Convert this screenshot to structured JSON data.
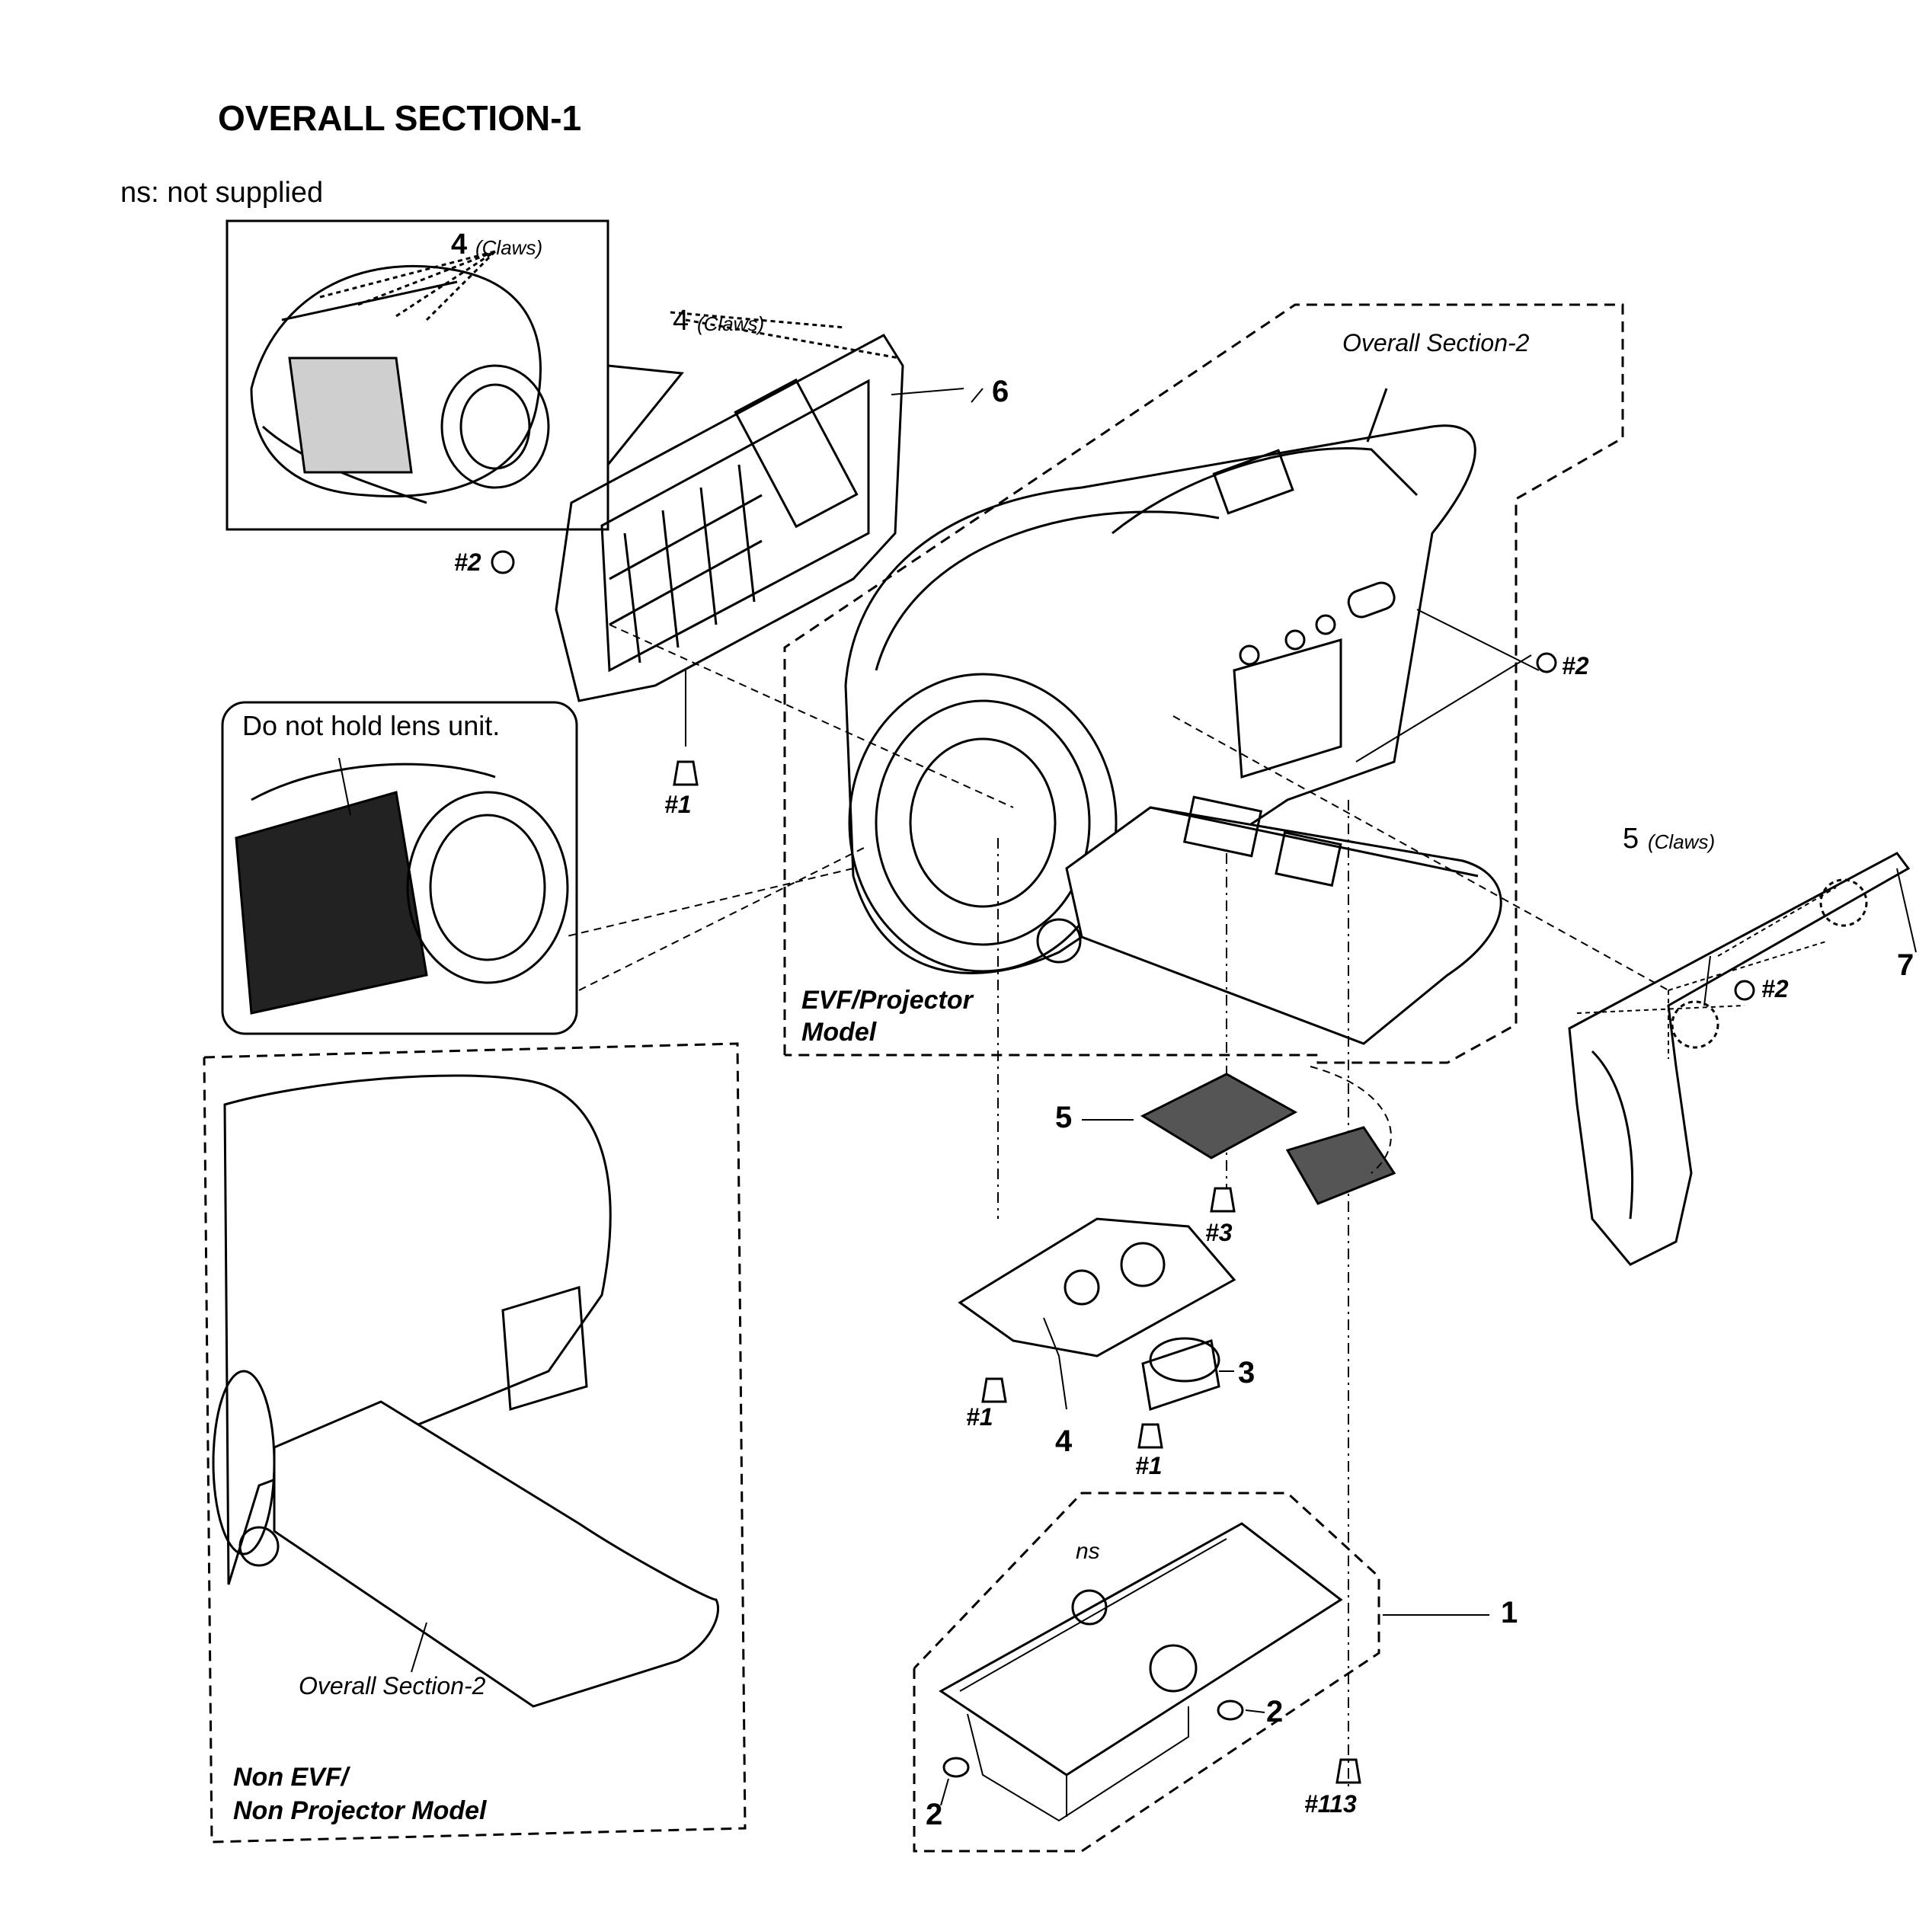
{
  "page": {
    "title": "OVERALL SECTION-1",
    "legend": "ns: not supplied"
  },
  "insets": {
    "claws_inset_label": "4",
    "claws_inset_note": "(Claws)",
    "lens_note": "Do not hold lens unit."
  },
  "labels": {
    "claws_top": "4",
    "claws_top_note": "(Claws)",
    "claws_right": "5",
    "claws_right_note": "(Claws)",
    "overall_section_2_top": "Overall Section-2",
    "overall_section_2_bottom": "Overall Section-2",
    "evf_model_line1": "EVF/Projector",
    "evf_model_line2": "Model",
    "non_evf_line1": "Non EVF/",
    "non_evf_line2": "Non Projector Model",
    "ns_label": "ns"
  },
  "callouts": {
    "part_1": "1",
    "part_2a": "2",
    "part_2b": "2",
    "part_3": "3",
    "part_4": "4",
    "part_5": "5",
    "part_6": "6",
    "part_7": "7"
  },
  "screws": {
    "s2_left": "#2",
    "s2_right": "#2",
    "s2_far_right": "#2",
    "s1_cabinet": "#1",
    "s1_plate": "#1",
    "s1_bracket": "#1",
    "s3": "#3",
    "s113": "#113"
  }
}
